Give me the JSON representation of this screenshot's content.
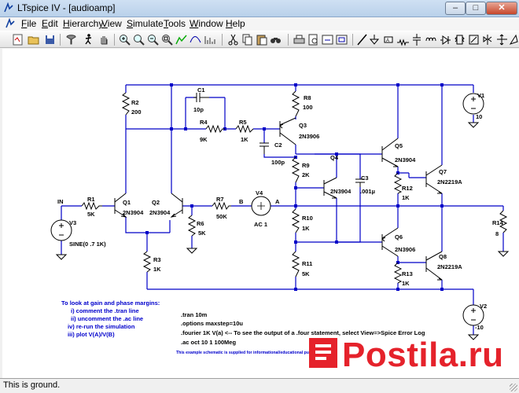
{
  "window": {
    "title": "LTspice IV - [audioamp]",
    "buttons": {
      "minimize": "–",
      "maximize": "□",
      "close": "✕"
    }
  },
  "menu": [
    "File",
    "Edit",
    "Hierarchy",
    "View",
    "Simulate",
    "Tools",
    "Window",
    "Help"
  ],
  "toolbar": [
    "schematic-icon",
    "open-icon",
    "save-icon",
    "control-panel-icon",
    "run-icon",
    "pan-icon",
    "zoom-in-icon",
    "zoom-area-icon",
    "zoom-out-icon",
    "zoom-fit-icon",
    "autorange-icon",
    "bode-icon",
    "fft-icon",
    "cut-icon",
    "copy-icon",
    "paste-icon",
    "find-icon",
    "print-icon",
    "print-preview-icon",
    "undo-icon",
    "redo-icon",
    "text-icon",
    "spice-directive-icon",
    "wire-icon",
    "ground-icon",
    "label-net-icon",
    "resistor-icon",
    "capacitor-icon",
    "inductor-icon",
    "diode-icon",
    "component-icon",
    "rotate-icon",
    "mirror-icon",
    "drag-icon",
    "move-icon",
    "delete-icon",
    "duplicate-icon"
  ],
  "schematic": {
    "components": {
      "R1": "5K",
      "R2": "200",
      "R3": "1K",
      "R4": "9K",
      "R5": "1K",
      "R6": "5K",
      "R7": "50K",
      "R8": "100",
      "R9": "2K",
      "R10": "1K",
      "R11": "5K",
      "R12": "1K",
      "R13": "1K",
      "R14": "8",
      "C1": "10p",
      "C2": "100p",
      "C3": ".001µ",
      "Q1": "2N3904",
      "Q2": "2N3904",
      "Q3": "2N3906",
      "Q4": "2N3904",
      "Q5": "2N3904",
      "Q6": "2N3906",
      "Q7": "2N2219A",
      "Q8": "2N2219A",
      "V1": "10",
      "V2": "-10",
      "V3": "SINE(0 .7 1K)",
      "V4": "AC 1"
    },
    "net_labels": {
      "in": "IN",
      "b": "B",
      "a": "A"
    },
    "instructions": [
      "To look at gain and phase margins:",
      "i) comment the .tran line",
      "ii) uncomment the .ac line",
      "iv) re-run the simulation",
      "iii) plot V(A)/V(B)"
    ],
    "directives": [
      ".tran 10m",
      ".options maxstep=10u",
      ".fourier 1K V(a)   <-- To see the output of a .four statement, select View=>Spice Error Log",
      ".ac oct 10 1 100Meg"
    ],
    "footnote": "This example schematic is supplied for informational/educational purposes only."
  },
  "watermark": "Postila.ru",
  "status": "This is ground.",
  "colors": {
    "wire": "#0000c8",
    "note": "#0000cc",
    "watermark": "#e5222b"
  }
}
